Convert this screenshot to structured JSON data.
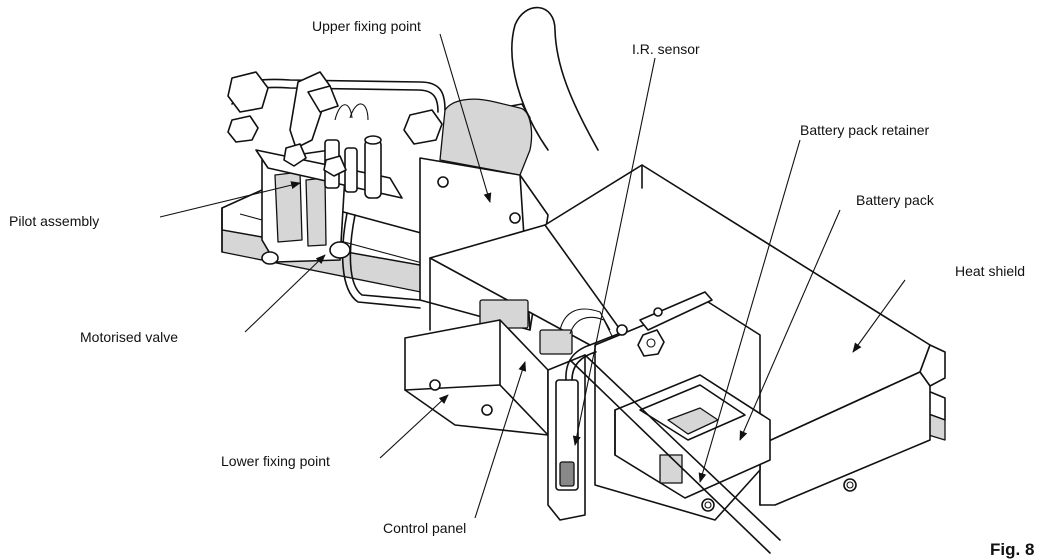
{
  "labels": {
    "upper_fixing_point": "Upper fixing point",
    "ir_sensor": "I.R. sensor",
    "battery_pack_retainer": "Battery pack retainer",
    "battery_pack": "Battery pack",
    "heat_shield": "Heat shield",
    "pilot_assembly": "Pilot assembly",
    "motorised_valve": "Motorised valve",
    "lower_fixing_point": "Lower fixing point",
    "control_panel": "Control panel",
    "figure_number": "Fig. 8"
  }
}
